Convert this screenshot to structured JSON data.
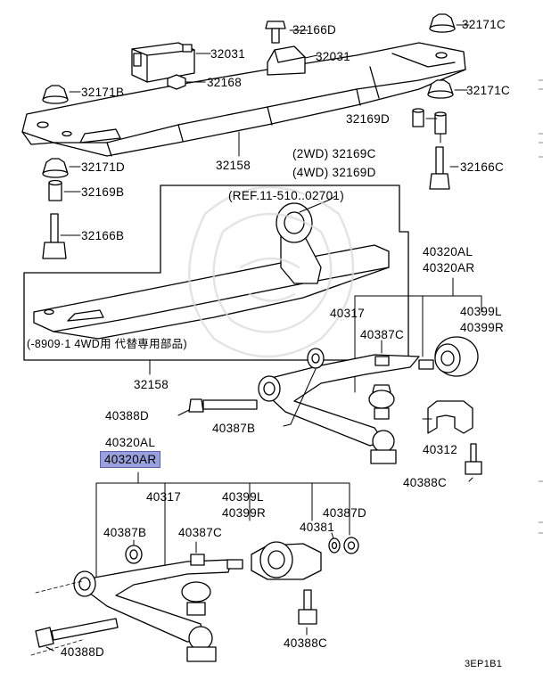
{
  "labels": {
    "p32166D_top": "32166D",
    "p32171C_tr": "32171C",
    "p32031_a": "32031",
    "p32031_b": "32031",
    "p32168": "32168",
    "p32171B": "32171B",
    "p32171C_r": "32171C",
    "p32169D": "32169D",
    "p32169C": "(2WD) 32169C",
    "p32169D_4wd": "(4WD) 32169D",
    "p32158_top": "32158",
    "p32166C": "32166C",
    "p32171D": "32171D",
    "p32169B": "32169B",
    "p32166B": "32166B",
    "ref": "(REF.11-510..02701)",
    "inset_note": "(-8909·1  4WD用  代替専用部品)",
    "p32158_bot": "32158",
    "p40320AL_r": "40320AL",
    "p40320AR_r": "40320AR",
    "p40317_r": "40317",
    "p40399L_r": "40399L",
    "p40399R_r": "40399R",
    "p40387C_r": "40387C",
    "p40388D_r": "40388D",
    "p40387B_r": "40387B",
    "p40312": "40312",
    "p40388C_r": "40388C",
    "p40320AL_l": "40320AL",
    "p40320AR_l": "40320AR",
    "p40317_l": "40317",
    "p40399L_l": "40399L",
    "p40399R_l": "40399R",
    "p40387D": "40387D",
    "p40387B_l": "40387B",
    "p40387C_l": "40387C",
    "p40381": "40381",
    "p40388C_l": "40388C",
    "p40388D_l": "40388D",
    "diagram_code": "3EP1B1"
  },
  "highlight_color": "#9aa0dd"
}
